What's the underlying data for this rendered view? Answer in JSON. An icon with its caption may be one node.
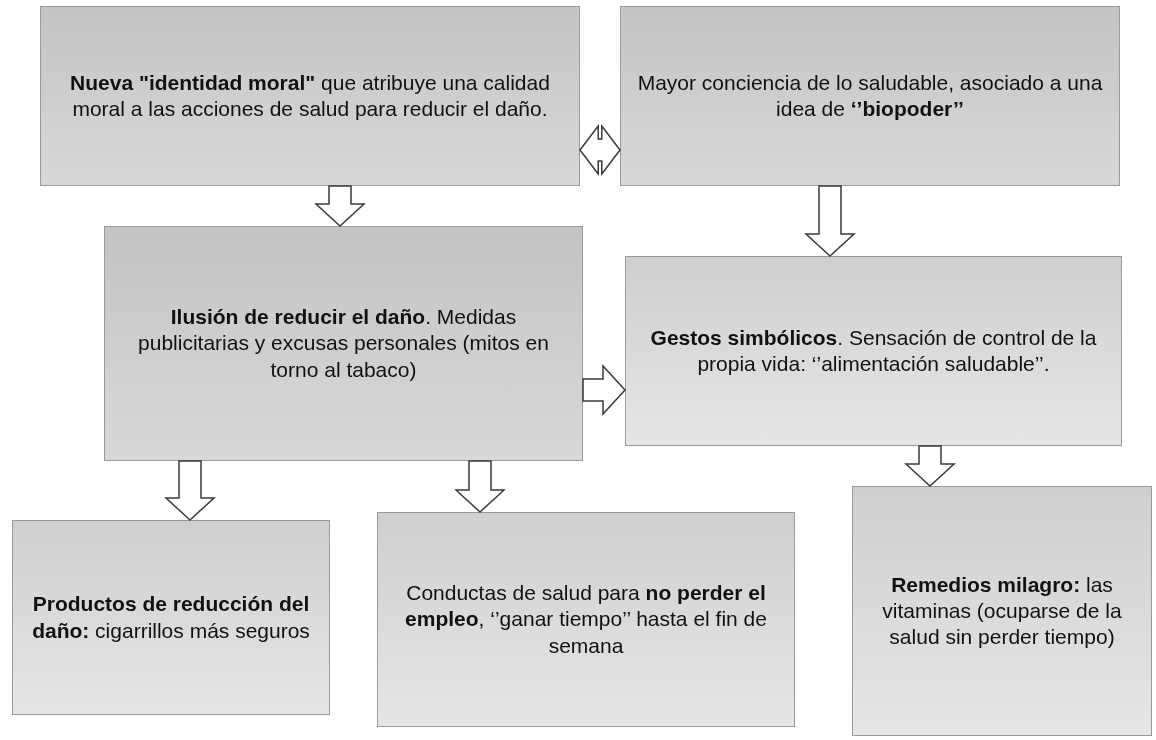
{
  "diagram": {
    "nodes": [
      {
        "text": [
          "**Nueva \"identidad moral\"** que atribuye una calidad moral a las acciones de salud para reducir el daño."
        ]
      },
      {
        "text": [
          "Mayor conciencia de lo saludable, asociado a una idea de **‘’biopoder’’**"
        ]
      },
      {
        "text": [
          "**Ilusión de reducir el daño**. Medidas publicitarias y excusas personales (mitos en torno al tabaco)"
        ]
      },
      {
        "text": [
          "**Gestos simbólicos**. Sensación de control de la propia vida: ‘’alimentación saludable’’."
        ]
      },
      {
        "text": [
          "**Productos de reducción del daño:** cigarrillos más seguros"
        ]
      },
      {
        "text": [
          "Conductas de salud para **no perder el empleo**, ‘’ganar tiempo’’ hasta el fin de semana"
        ]
      },
      {
        "text": [
          "**Remedios milagro:** las vitaminas (ocuparse de la salud sin perder tiempo)"
        ]
      }
    ],
    "edges": [
      {
        "from": 0,
        "to": 1,
        "arrow": "both"
      },
      {
        "from": 0,
        "to": 2,
        "arrow": "to"
      },
      {
        "from": 1,
        "to": 3,
        "arrow": "to"
      },
      {
        "from": 2,
        "to": 3,
        "arrow": "to"
      },
      {
        "from": 2,
        "to": 4,
        "arrow": "to"
      },
      {
        "from": 2,
        "to": 5,
        "arrow": "to"
      },
      {
        "from": 3,
        "to": 6,
        "arrow": "to"
      }
    ]
  }
}
